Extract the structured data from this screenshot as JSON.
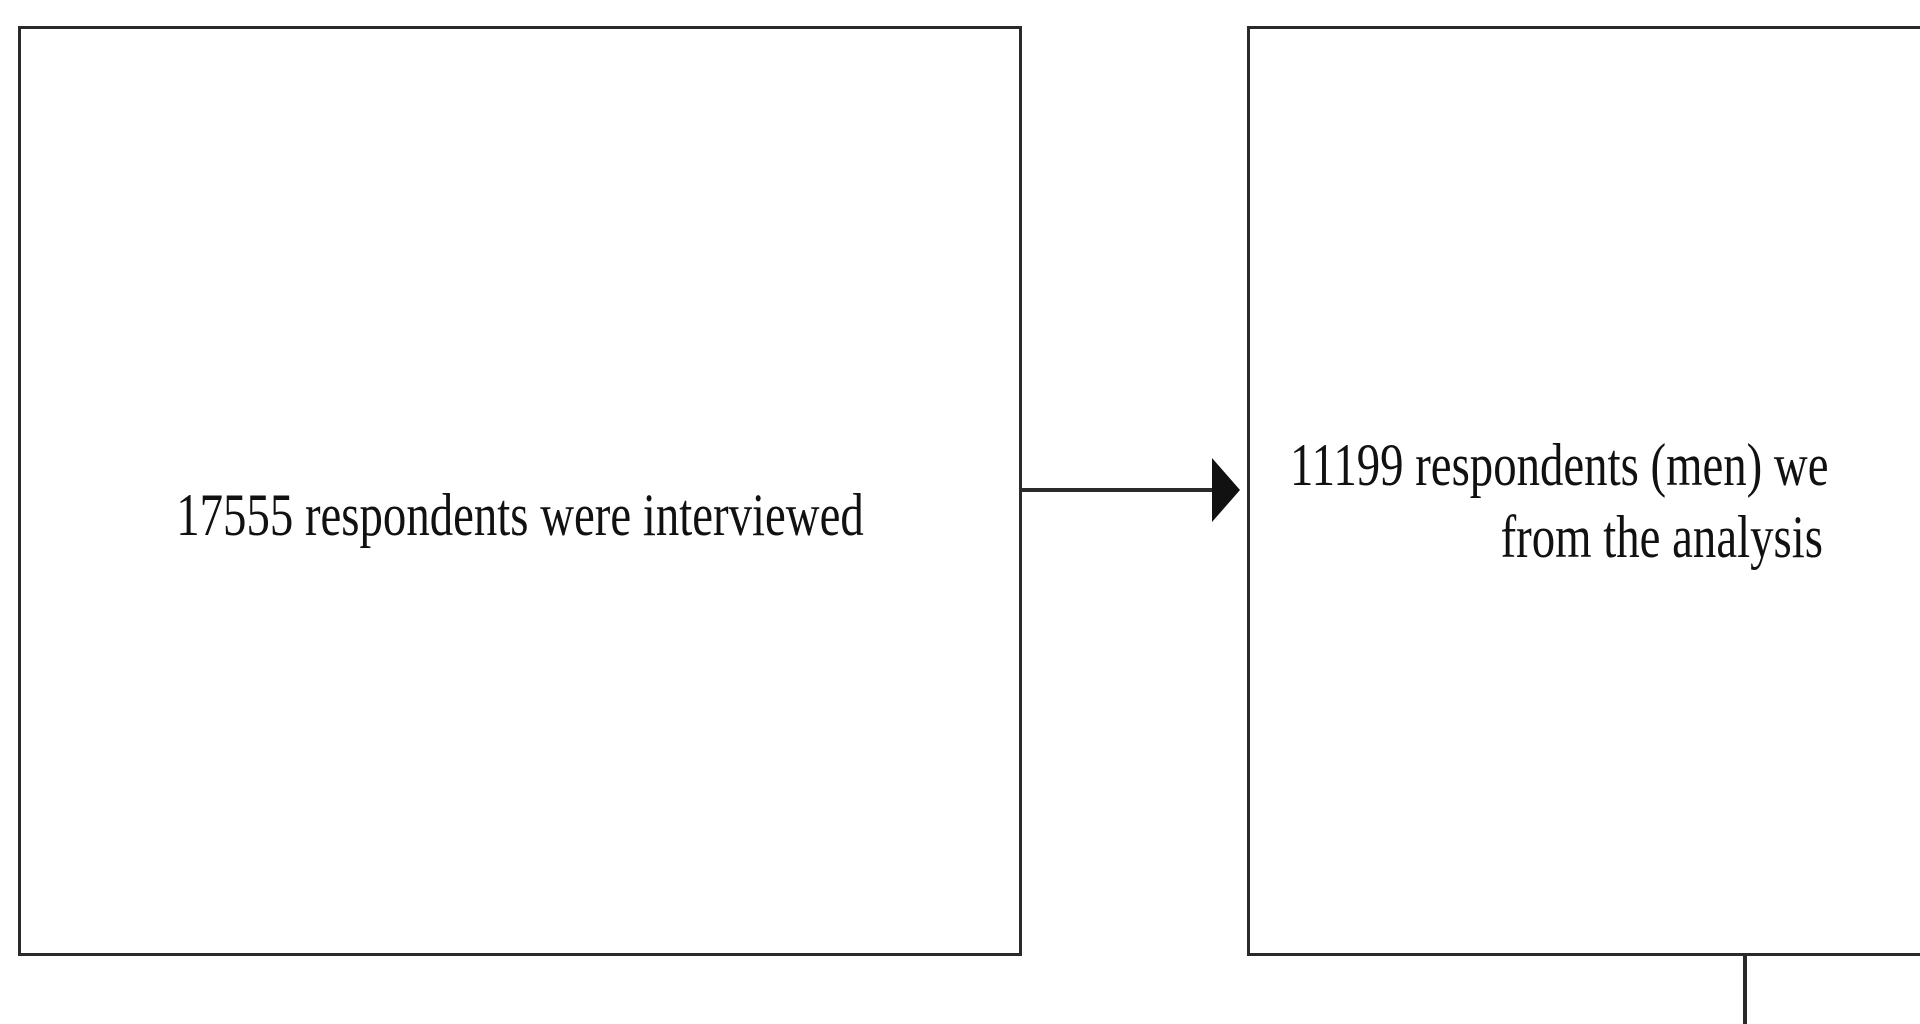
{
  "flowchart": {
    "box_1": {
      "text": "17555 respondents were interviewed"
    },
    "box_2": {
      "line_1": "11199 respondents (men) we",
      "line_2": "from the analysis"
    }
  },
  "colors": {
    "border": "#2a2a2a",
    "text": "#111111",
    "background": "#ffffff"
  }
}
